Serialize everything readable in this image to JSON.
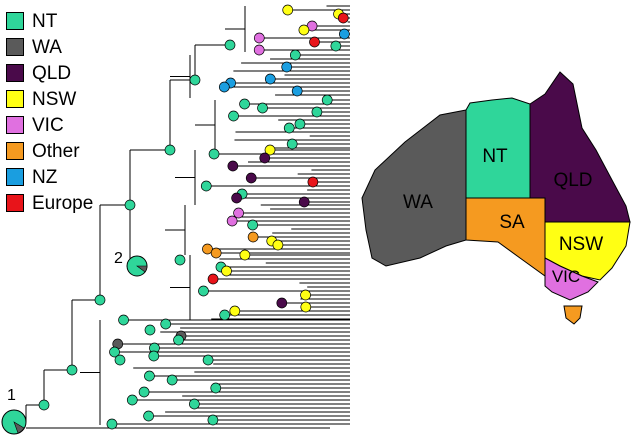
{
  "legend": {
    "items": [
      {
        "label": "NT",
        "color": "#2fd69a"
      },
      {
        "label": "WA",
        "color": "#5a5a5a"
      },
      {
        "label": "QLD",
        "color": "#4a0a4a"
      },
      {
        "label": "NSW",
        "color": "#ffff14"
      },
      {
        "label": "VIC",
        "color": "#e070e0"
      },
      {
        "label": "Other",
        "color": "#f59a20"
      },
      {
        "label": "NZ",
        "color": "#1a9ee0"
      },
      {
        "label": "Europe",
        "color": "#e8141a"
      }
    ]
  },
  "tree": {
    "node_labels": [
      "1",
      "2"
    ]
  },
  "map": {
    "regions": [
      {
        "name": "WA",
        "label": "WA",
        "color": "#5a5a5a"
      },
      {
        "name": "NT",
        "label": "NT",
        "color": "#2fd69a"
      },
      {
        "name": "QLD",
        "label": "QLD",
        "color": "#4a0a4a"
      },
      {
        "name": "SA",
        "label": "SA",
        "color": "#f59a20"
      },
      {
        "name": "NSW",
        "label": "NSW",
        "color": "#ffff14"
      },
      {
        "name": "VIC",
        "label": "VIC",
        "color": "#e070e0"
      },
      {
        "name": "TAS",
        "label": "",
        "color": "#f59a20"
      }
    ]
  }
}
